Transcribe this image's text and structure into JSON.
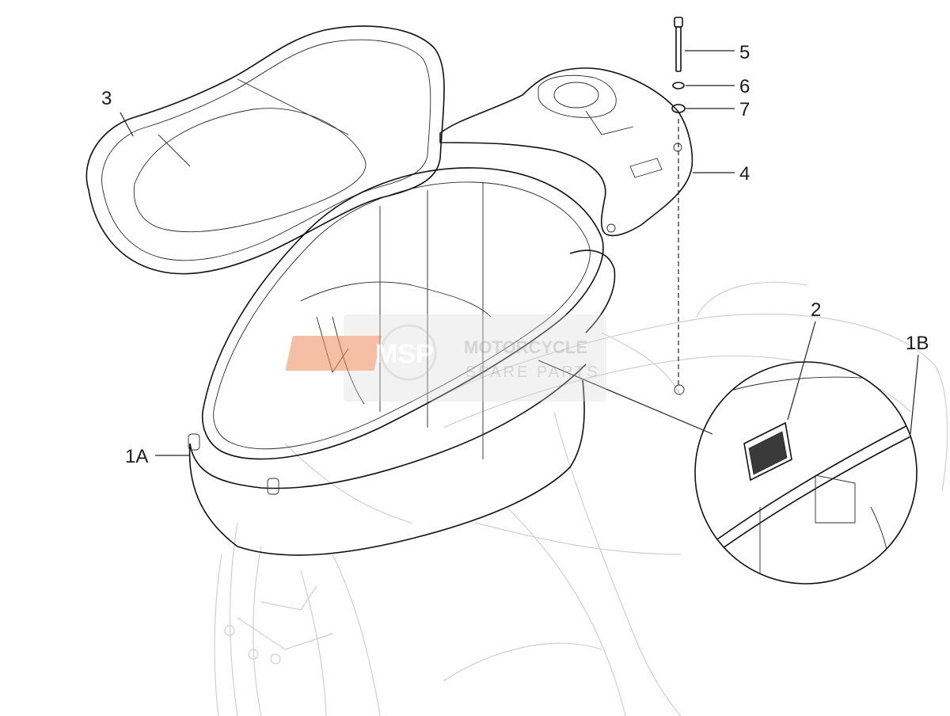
{
  "callouts": {
    "c5": "5",
    "c6": "6",
    "c7": "7",
    "c4": "4",
    "c3": "3",
    "c2": "2",
    "c1b": "1B",
    "c1a": "1A"
  },
  "watermark": {
    "logo": "MSP",
    "line1": "MOTORCYCLE",
    "line2": "SPARE PARTS"
  },
  "colors": {
    "ink": "#111111",
    "ghost": "#cfcfcf",
    "watermark_orange": "#f08a5d",
    "watermark_gray": "#b3b3b3"
  }
}
